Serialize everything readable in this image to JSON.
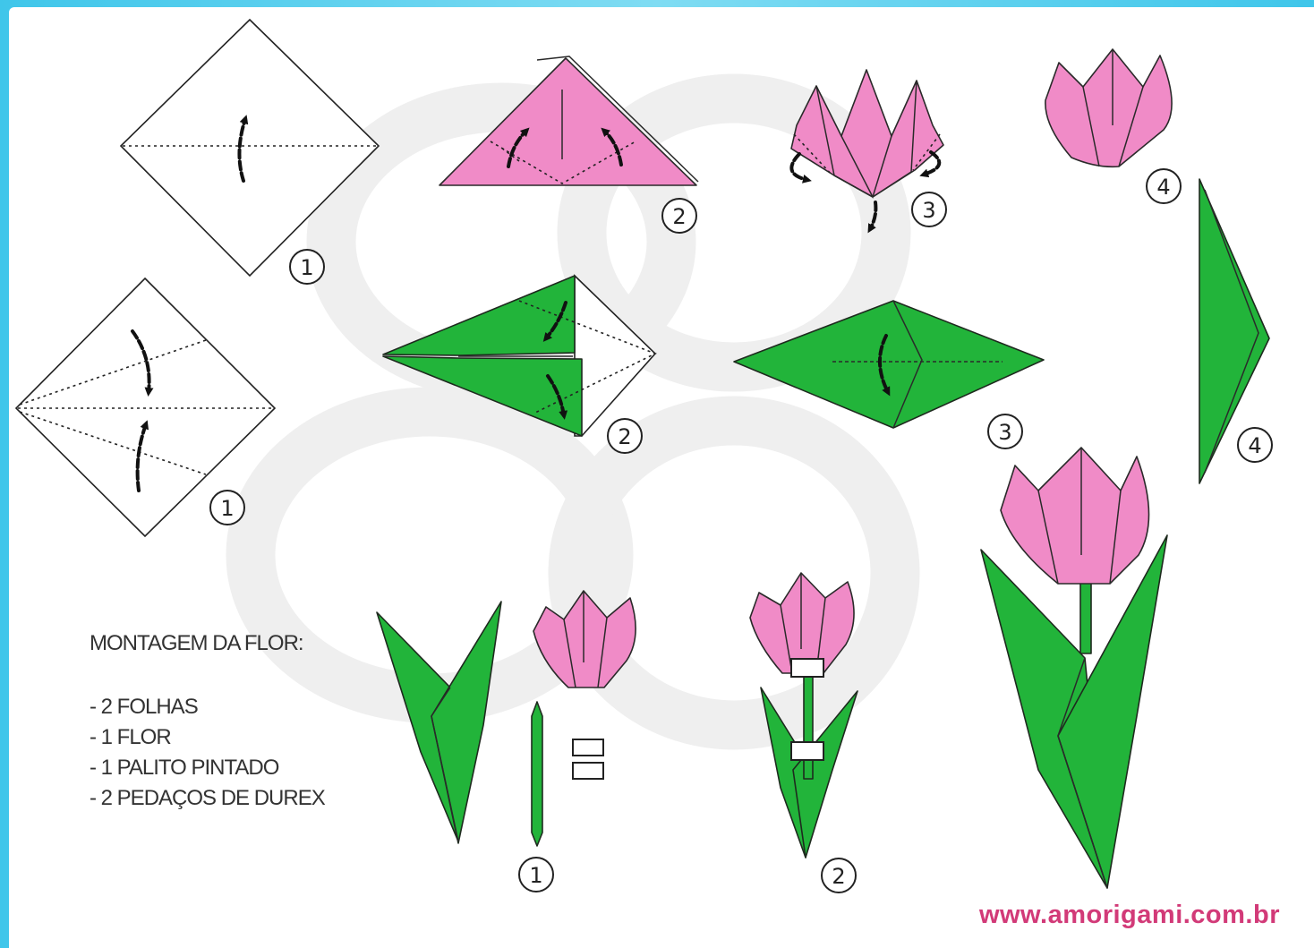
{
  "colors": {
    "frame": "#4fd0ee",
    "flower_pink": "#f08bc7",
    "leaf_green": "#22b43a",
    "website": "#d23a78"
  },
  "steps": {
    "flower_1": "1",
    "flower_2": "2",
    "flower_3": "3",
    "flower_4": "4",
    "leaf_1": "1",
    "leaf_2": "2",
    "leaf_3": "3",
    "leaf_4": "4",
    "assembly_1": "1",
    "assembly_2": "2"
  },
  "legend": {
    "title": "MONTAGEM DA FLOR:",
    "items": [
      "- 2 FOLHAS",
      "- 1 FLOR",
      "- 1 PALITO PINTADO",
      "- 2 PEDAÇOS DE DUREX"
    ]
  },
  "website": "www.amorigami.com.br",
  "icons": [
    "fold-arrow-icon",
    "circled-step-number"
  ]
}
